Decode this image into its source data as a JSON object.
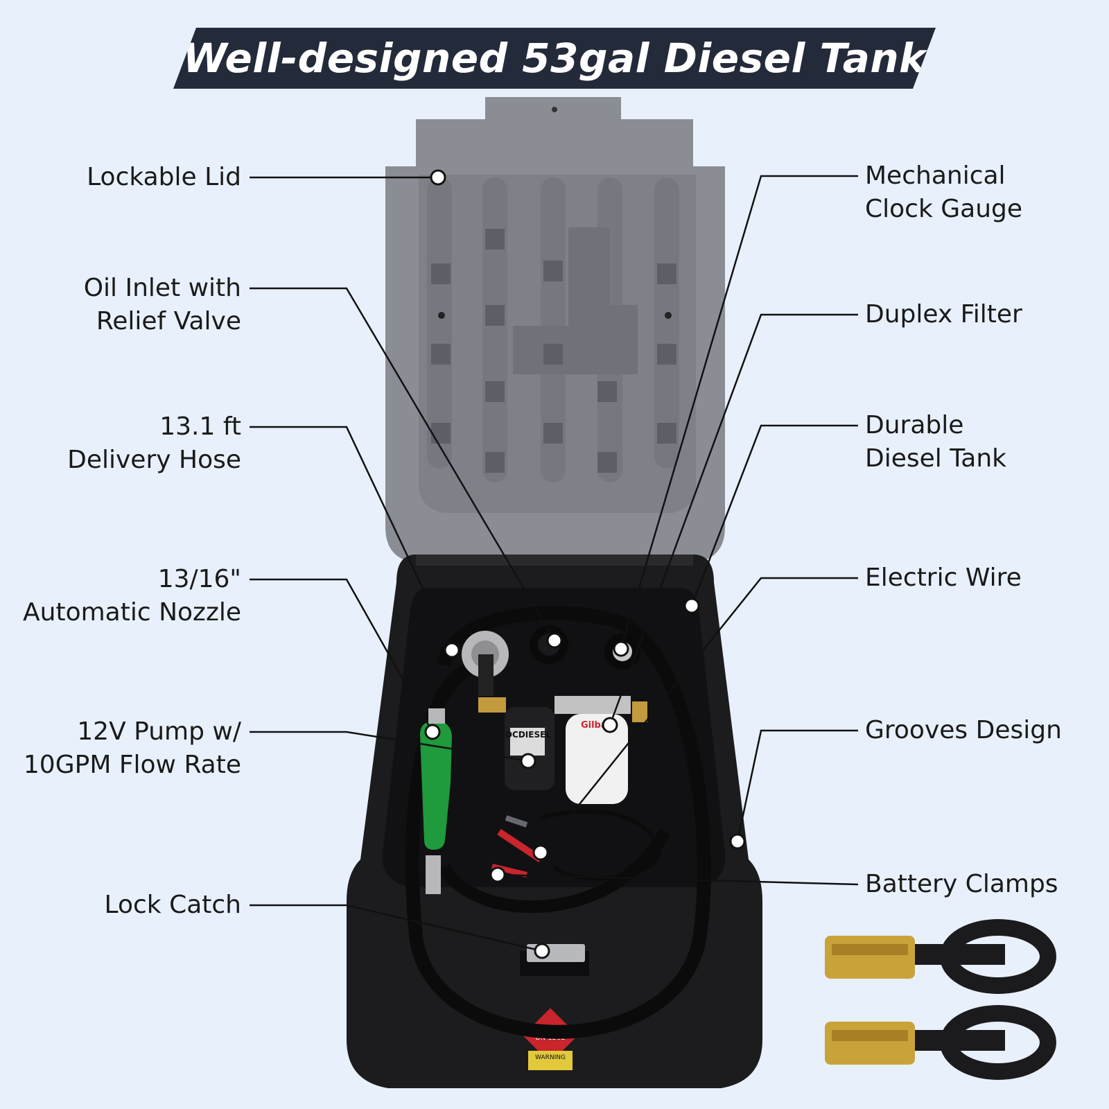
{
  "banner": {
    "title": "Well-designed 53gal Diesel Tank"
  },
  "callouts": {
    "left": [
      {
        "lines": [
          "Lockable Lid"
        ]
      },
      {
        "lines": [
          "Oil Inlet with",
          "Relief Valve"
        ]
      },
      {
        "lines": [
          "13.1 ft",
          "Delivery Hose"
        ]
      },
      {
        "lines": [
          "13/16\"",
          "Automatic Nozzle"
        ]
      },
      {
        "lines": [
          "12V Pump w/",
          "10GPM Flow Rate"
        ]
      },
      {
        "lines": [
          "Lock Catch"
        ]
      }
    ],
    "right": [
      {
        "lines": [
          "Mechanical",
          "Clock Gauge"
        ]
      },
      {
        "lines": [
          "Duplex Filter"
        ]
      },
      {
        "lines": [
          "Durable",
          "Diesel Tank"
        ]
      },
      {
        "lines": [
          "Electric Wire"
        ]
      },
      {
        "lines": [
          "Grooves Design"
        ]
      },
      {
        "lines": [
          "Battery Clamps"
        ]
      }
    ]
  },
  "product_markings": {
    "pump_brand": "DCDIESEL",
    "filter_brand": "Gilbar",
    "hazard_label": "UN 1202",
    "warning_label": "WARNING"
  },
  "colors": {
    "background": "#e8f0fb",
    "banner": "#232b3b",
    "lid": "#8a8d93",
    "tank": "#1c1c1e",
    "nozzle": "#1f9a3d",
    "strap_buckle": "#c9a23a"
  }
}
